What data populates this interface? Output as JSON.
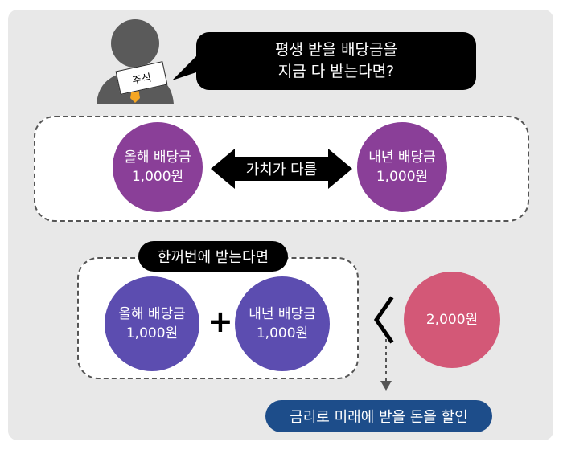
{
  "investor": {
    "card_label": "주식",
    "question_line1": "평생 받을 배당금을",
    "question_line2": "지금 다 받는다면?"
  },
  "top_group": {
    "this_year": {
      "line1": "올해 배당금",
      "line2": "1,000원"
    },
    "relation_label": "가치가 다름",
    "next_year": {
      "line1": "내년 배당금",
      "line2": "1,000원"
    }
  },
  "bottom_group": {
    "title": "한꺼번에 받는다면",
    "this_year": {
      "line1": "올해 배당금",
      "line2": "1,000원"
    },
    "plus": "+",
    "next_year": {
      "line1": "내년 배당금",
      "line2": "1,000원"
    }
  },
  "lump_sum": {
    "value": "2,000원"
  },
  "discount_note": "금리로 미래에 받을 돈을 할인",
  "colors": {
    "purple": "#8a3f98",
    "indigo": "#5c4db0",
    "pink": "#d35877",
    "navy": "#1d4d8a",
    "tie": "#f5a623"
  }
}
